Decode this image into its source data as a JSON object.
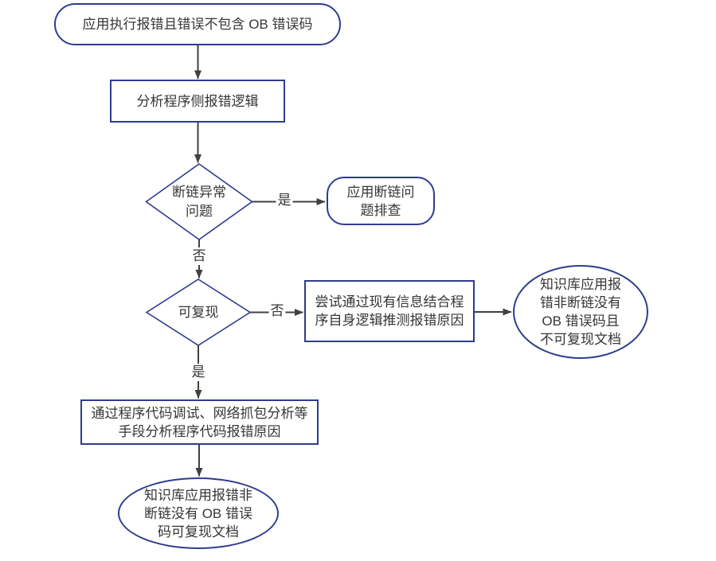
{
  "colors": {
    "shape_border": "#2f3c8f",
    "arrow": "#404040",
    "text": "#363636",
    "background": "#ffffff"
  },
  "flowchart": {
    "nodes": {
      "start": {
        "label": "应用执行报错且错误不包含 OB 错误码"
      },
      "analyze_logic": {
        "label": "分析程序侧报错逻辑"
      },
      "disconnect_decision": {
        "label": "断链异常\n问题"
      },
      "disconnect_troubleshoot": {
        "label": "应用断链问\n题排查"
      },
      "reproducible_decision": {
        "label": "可复现"
      },
      "infer_cause": {
        "label": "尝试通过现有信息结合程\n序自身逻辑推测报错原因"
      },
      "kb_not_reproducible": {
        "label": "知识库应用报\n错非断链没有\nOB 错误码且\n不可复现文档"
      },
      "debug_analyze": {
        "label": "通过程序代码调试、网络抓包分析等\n手段分析程序代码报错原因"
      },
      "kb_reproducible": {
        "label": "知识库应用报错非\n断链没有 OB 错误\n码可复现文档"
      }
    },
    "edge_labels": {
      "disconnect_yes": "是",
      "disconnect_no": "否",
      "reproducible_no": "否",
      "reproducible_yes": "是"
    }
  }
}
